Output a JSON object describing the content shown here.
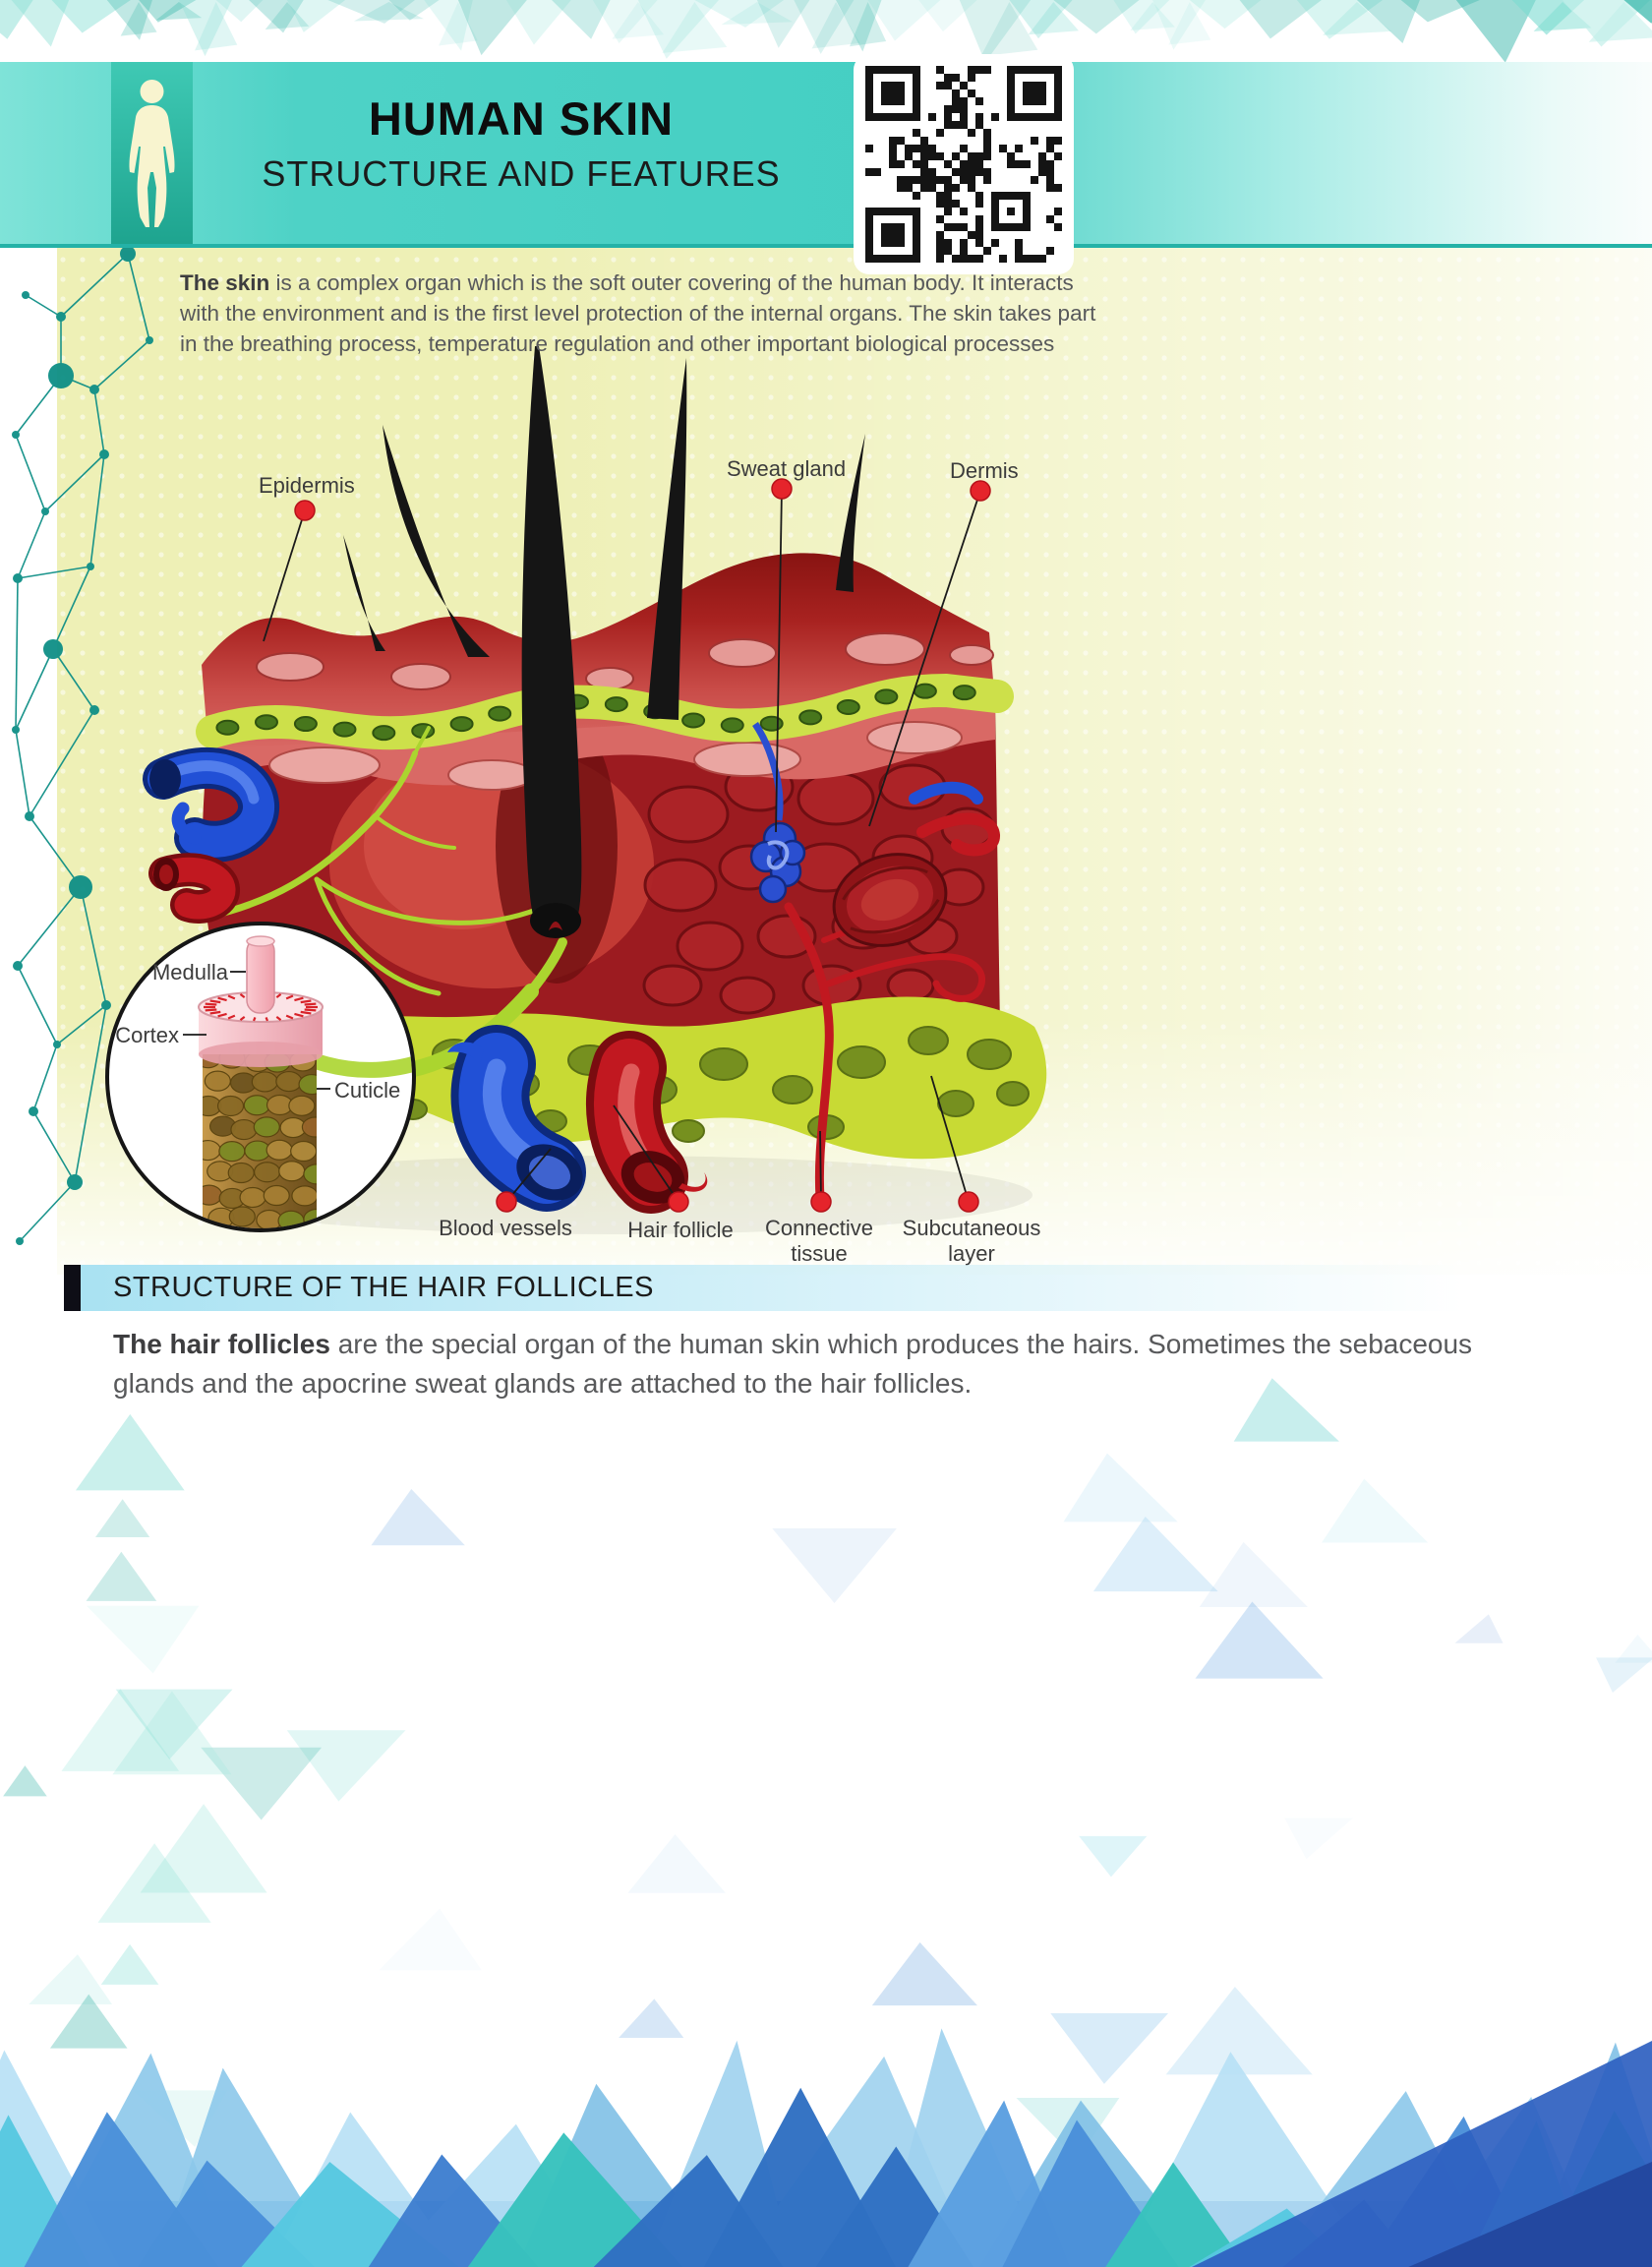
{
  "header": {
    "title": "HUMAN SKIN",
    "subtitle": "STRUCTURE AND FEATURES"
  },
  "intro": {
    "lead": "The skin",
    "text": " is a complex organ which is the soft outer covering of the human body. It interacts with the environment and is the first level protection of the internal organs. The skin takes part in the breathing process, temperature regulation and other important biological processes"
  },
  "diagram": {
    "labels": {
      "epidermis": "Epidermis",
      "sweat_gland": "Sweat gland",
      "dermis": "Dermis",
      "medulla": "Medulla",
      "cortex": "Cortex",
      "cuticle": "Cuticle",
      "blood_vessels": "Blood vessels",
      "hair_follicle": "Hair follicle",
      "connective_tissue": "Connective tissue",
      "subcutaneous_layer": "Subcutaneous layer"
    }
  },
  "section": {
    "title": "STRUCTURE OF THE HAIR FOLLICLES"
  },
  "follicles": {
    "lead": "The hair follicles",
    "text": " are the special organ of the human skin which produces the hairs. Sometimes the sebaceous glands and the apocrine sweat glands are attached to the hair follicles."
  },
  "icons": {
    "figure": "human-body-icon",
    "qr": "qr-code"
  },
  "colors": {
    "header_teal": "#45cfc3",
    "marker_red": "#e5242b",
    "background_yellow": "#eef0b6",
    "section_blue": "#a9e2f2",
    "bottom_blue": "#4a90d9",
    "network_teal": "#0e8f86"
  }
}
